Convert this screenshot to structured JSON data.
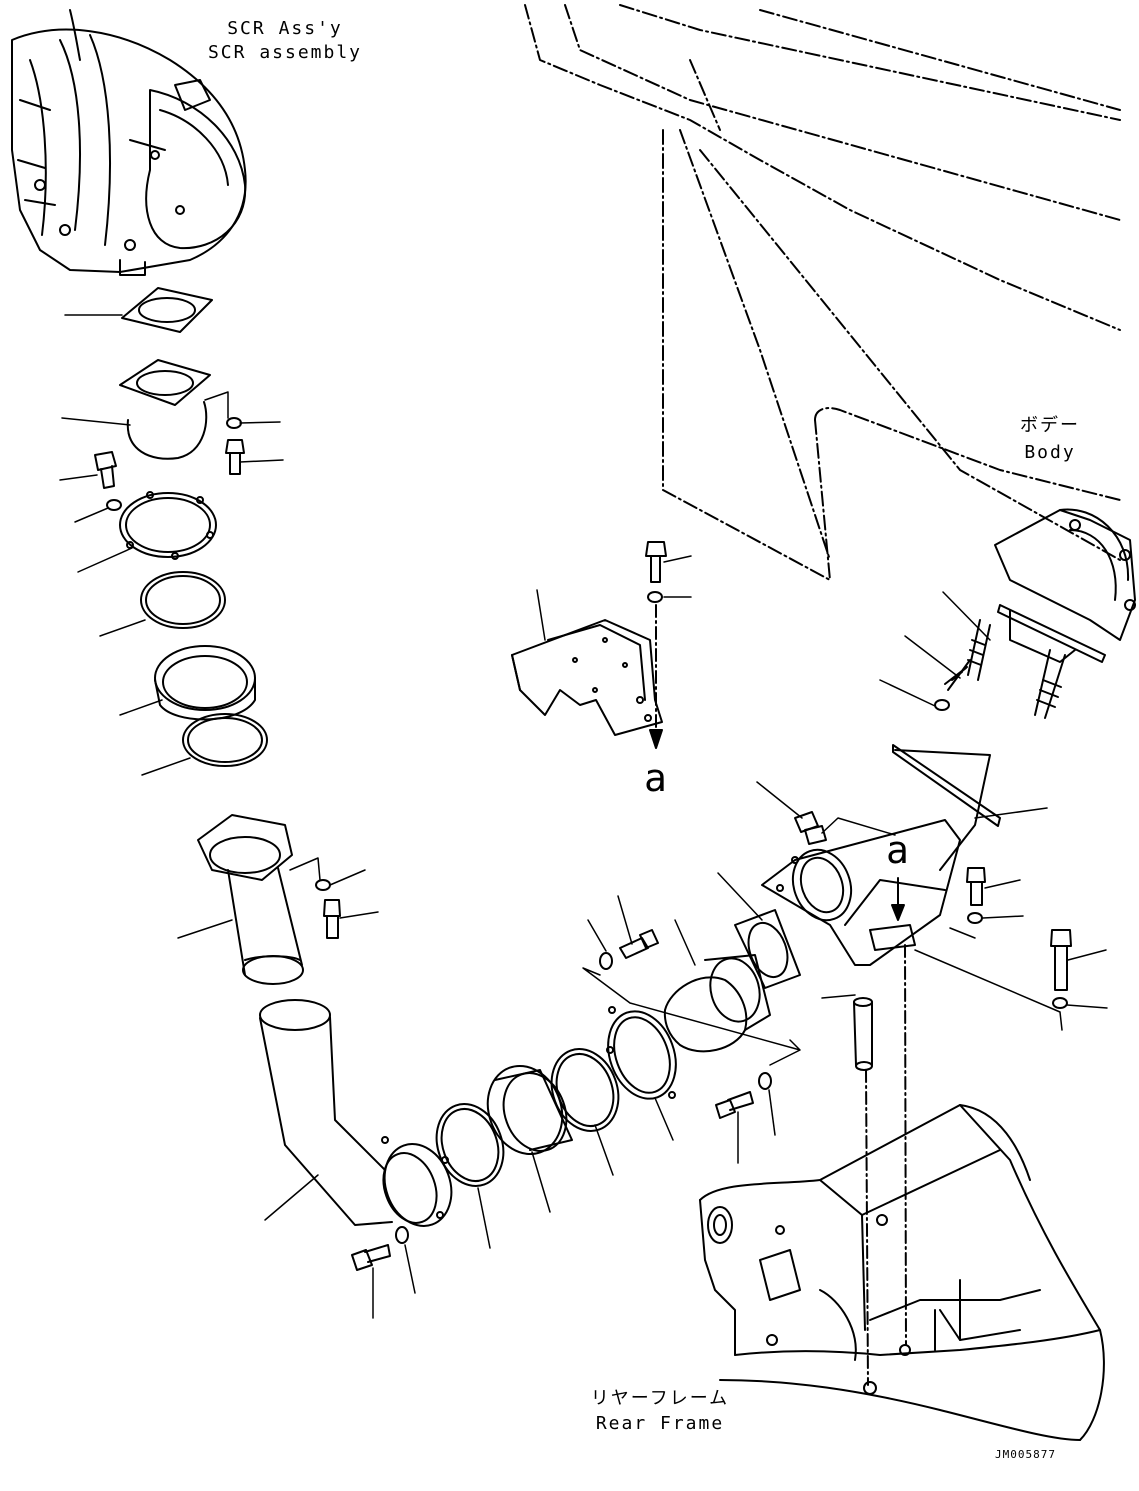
{
  "labels": {
    "scr_jp": "SCR Ass'y",
    "scr_en": "SCR assembly",
    "body_jp": "ボデー",
    "body_en": "Body",
    "rear_jp": "リヤーフレーム",
    "rear_en": "Rear Frame",
    "ref_a_upper": "a",
    "ref_a_lower": "a",
    "drawing_id": "JM005877"
  }
}
